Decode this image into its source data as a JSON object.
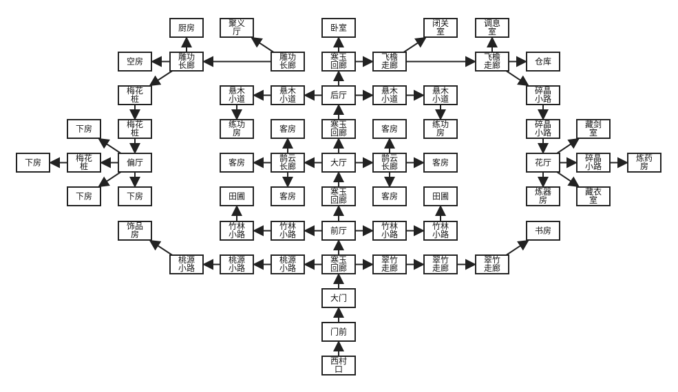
{
  "colors": {
    "stroke": "#222222",
    "text": "#111111",
    "background": "#ffffff"
  },
  "nodes": [
    {
      "id": "chufang",
      "label": "厨房"
    },
    {
      "id": "juyiting",
      "label": "聚义\n厅"
    },
    {
      "id": "woshi",
      "label": "卧室"
    },
    {
      "id": "biguanshi",
      "label": "闭关\n室"
    },
    {
      "id": "tiaoxishi",
      "label": "调息\n室"
    },
    {
      "id": "kongfang",
      "label": "空房"
    },
    {
      "id": "diaogong1",
      "label": "雕功\n长廊"
    },
    {
      "id": "diaogong2",
      "label": "雕功\n长廊"
    },
    {
      "id": "hanyu_top",
      "label": "寒玉\n回廊"
    },
    {
      "id": "feiyan1",
      "label": "飞檐\n走廊"
    },
    {
      "id": "feiyan2",
      "label": "飞檐\n走廊"
    },
    {
      "id": "cangku",
      "label": "仓库"
    },
    {
      "id": "meihua1",
      "label": "梅花\n桩"
    },
    {
      "id": "xuanmu1",
      "label": "悬木\n小道"
    },
    {
      "id": "xuanmu2",
      "label": "悬木\n小道"
    },
    {
      "id": "houting",
      "label": "后厅"
    },
    {
      "id": "xuanmu3",
      "label": "悬木\n小道"
    },
    {
      "id": "xuanmu4",
      "label": "悬木\n小道"
    },
    {
      "id": "suijing1",
      "label": "碎晶\n小路"
    },
    {
      "id": "meihua2",
      "label": "梅花\n桩"
    },
    {
      "id": "liangong1",
      "label": "练功\n房"
    },
    {
      "id": "kefang_a",
      "label": "客房"
    },
    {
      "id": "hanyu_up",
      "label": "寒玉\n回廊"
    },
    {
      "id": "kefang_b",
      "label": "客房"
    },
    {
      "id": "liangong2",
      "label": "练功\n房"
    },
    {
      "id": "suijing2",
      "label": "碎晶\n小路"
    },
    {
      "id": "cangjian",
      "label": "藏剑\n室"
    },
    {
      "id": "xiafang1",
      "label": "下房"
    },
    {
      "id": "xiafang_left",
      "label": "下房"
    },
    {
      "id": "meihua3",
      "label": "梅花\n桩"
    },
    {
      "id": "pianting",
      "label": "偏厅"
    },
    {
      "id": "kefang_c",
      "label": "客房"
    },
    {
      "id": "queyun1",
      "label": "鹊云\n长廊"
    },
    {
      "id": "dating",
      "label": "大厅"
    },
    {
      "id": "queyun2",
      "label": "鹊云\n长廊"
    },
    {
      "id": "kefang_d",
      "label": "客房"
    },
    {
      "id": "huating",
      "label": "花厅"
    },
    {
      "id": "suijing3",
      "label": "碎晶\n小路"
    },
    {
      "id": "lianyao",
      "label": "炼药\n房"
    },
    {
      "id": "xiafang2",
      "label": "下房"
    },
    {
      "id": "xiafang3",
      "label": "下房"
    },
    {
      "id": "kefang_e",
      "label": "客房"
    },
    {
      "id": "hanyu_mid",
      "label": "寒玉\n回廊"
    },
    {
      "id": "kefang_f",
      "label": "客房"
    },
    {
      "id": "lianqi",
      "label": "炼器\n房"
    },
    {
      "id": "cangyi",
      "label": "藏衣\n室"
    },
    {
      "id": "tianpu1",
      "label": "田圃"
    },
    {
      "id": "tianpu2",
      "label": "田圃"
    },
    {
      "id": "shipin",
      "label": "饰品\n房"
    },
    {
      "id": "zhulin1",
      "label": "竹林\n小路"
    },
    {
      "id": "zhulin2",
      "label": "竹林\n小路"
    },
    {
      "id": "qianting",
      "label": "前厅"
    },
    {
      "id": "zhulin3",
      "label": "竹林\n小路"
    },
    {
      "id": "zhulin4",
      "label": "竹林\n小路"
    },
    {
      "id": "shufang",
      "label": "书房"
    },
    {
      "id": "taoyuan1",
      "label": "桃源\n小路"
    },
    {
      "id": "taoyuan2",
      "label": "桃源\n小路"
    },
    {
      "id": "taoyuan3",
      "label": "桃源\n小路"
    },
    {
      "id": "hanyu_low",
      "label": "寒玉\n回廊"
    },
    {
      "id": "cuizhu1",
      "label": "翠竹\n走廊"
    },
    {
      "id": "cuizhu2",
      "label": "翠竹\n走廊"
    },
    {
      "id": "cuizhu3",
      "label": "翠竹\n走廊"
    },
    {
      "id": "damen",
      "label": "大门"
    },
    {
      "id": "menqian",
      "label": "门前"
    },
    {
      "id": "xicunkou",
      "label": "西村\n口"
    }
  ],
  "edges": [
    [
      "xicunkou",
      "menqian"
    ],
    [
      "menqian",
      "damen"
    ],
    [
      "damen",
      "hanyu_low"
    ],
    [
      "hanyu_low",
      "qianting"
    ],
    [
      "hanyu_low",
      "taoyuan3"
    ],
    [
      "taoyuan3",
      "taoyuan2"
    ],
    [
      "taoyuan2",
      "taoyuan1"
    ],
    [
      "taoyuan1",
      "shipin"
    ],
    [
      "hanyu_low",
      "cuizhu1"
    ],
    [
      "cuizhu1",
      "cuizhu2"
    ],
    [
      "cuizhu2",
      "cuizhu3"
    ],
    [
      "cuizhu3",
      "shufang"
    ],
    [
      "qianting",
      "hanyu_mid"
    ],
    [
      "qianting",
      "zhulin2"
    ],
    [
      "zhulin2",
      "zhulin1"
    ],
    [
      "zhulin1",
      "tianpu1"
    ],
    [
      "qianting",
      "zhulin3"
    ],
    [
      "zhulin3",
      "zhulin4"
    ],
    [
      "zhulin4",
      "tianpu2"
    ],
    [
      "hanyu_mid",
      "dating"
    ],
    [
      "dating",
      "hanyu_up"
    ],
    [
      "dating",
      "queyun1"
    ],
    [
      "dating",
      "queyun2"
    ],
    [
      "queyun1",
      "kefang_c"
    ],
    [
      "queyun1",
      "kefang_a"
    ],
    [
      "queyun1",
      "kefang_e"
    ],
    [
      "queyun2",
      "kefang_d"
    ],
    [
      "queyun2",
      "kefang_b"
    ],
    [
      "queyun2",
      "kefang_f"
    ],
    [
      "hanyu_up",
      "houting"
    ],
    [
      "houting",
      "hanyu_top"
    ],
    [
      "houting",
      "xuanmu2"
    ],
    [
      "xuanmu2",
      "xuanmu1"
    ],
    [
      "xuanmu1",
      "liangong1"
    ],
    [
      "houting",
      "xuanmu3"
    ],
    [
      "xuanmu3",
      "xuanmu4"
    ],
    [
      "xuanmu4",
      "liangong2"
    ],
    [
      "hanyu_top",
      "woshi"
    ],
    [
      "hanyu_top",
      "feiyan1"
    ],
    [
      "feiyan1",
      "biguanshi"
    ],
    [
      "feiyan1",
      "feiyan2"
    ],
    [
      "feiyan2",
      "tiaoxishi"
    ],
    [
      "feiyan2",
      "cangku"
    ],
    [
      "feiyan2",
      "suijing1"
    ],
    [
      "suijing1",
      "suijing2"
    ],
    [
      "suijing2",
      "huating"
    ],
    [
      "huating",
      "cangjian"
    ],
    [
      "huating",
      "suijing3"
    ],
    [
      "suijing3",
      "lianyao"
    ],
    [
      "huating",
      "lianqi"
    ],
    [
      "huating",
      "cangyi"
    ],
    [
      "diaogong2",
      "juyiting"
    ],
    [
      "diaogong2",
      "diaogong1"
    ],
    [
      "diaogong1",
      "chufang"
    ],
    [
      "diaogong1",
      "kongfang"
    ],
    [
      "diaogong1",
      "meihua1"
    ],
    [
      "meihua1",
      "meihua2"
    ],
    [
      "meihua2",
      "pianting"
    ],
    [
      "pianting",
      "xiafang1"
    ],
    [
      "pianting",
      "meihua3"
    ],
    [
      "meihua3",
      "xiafang_left"
    ],
    [
      "pianting",
      "xiafang2"
    ],
    [
      "pianting",
      "xiafang3"
    ]
  ]
}
